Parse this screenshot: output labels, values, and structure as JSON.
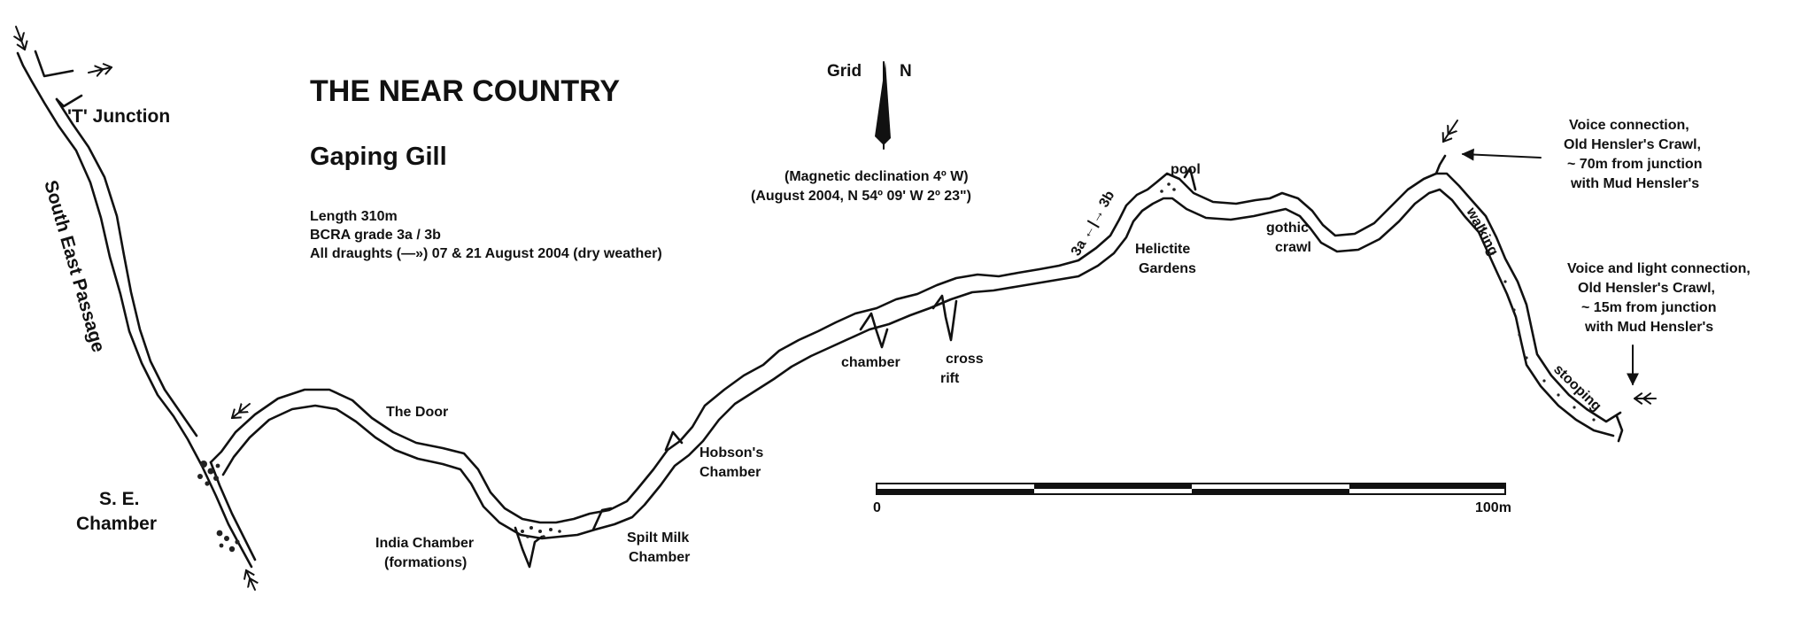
{
  "title": "THE NEAR COUNTRY",
  "subtitle": "Gaping Gill",
  "info": {
    "length": "Length 310m",
    "grade": "BCRA grade 3a / 3b",
    "draughts": "All draughts (—») 07 & 21 August 2004 (dry weather)"
  },
  "north": {
    "grid_label": "Grid",
    "n_label": "N",
    "declination_1": "(Magnetic declination 4º W)",
    "declination_2": "(August 2004,  N 54º 09'  W 2º 23\")"
  },
  "scale": {
    "start": "0",
    "end": "100m"
  },
  "labels": {
    "t_junction": "'T' Junction",
    "south_east_passage": "South East Passage",
    "se_chamber_1": "S. E.",
    "se_chamber_2": "Chamber",
    "the_door": "The Door",
    "india_chamber_1": "India Chamber",
    "india_chamber_2": "(formations)",
    "spilt_milk_1": "Spilt Milk",
    "spilt_milk_2": "Chamber",
    "hobsons_1": "Hobson's",
    "hobsons_2": "Chamber",
    "chamber": "chamber",
    "cross_1": "cross",
    "cross_2": "rift",
    "grade_change": "3a ←|→ 3b",
    "pool": "pool",
    "helictite_1": "Helictite",
    "helictite_2": "Gardens",
    "gothic_1": "gothic",
    "gothic_2": "crawl",
    "walking": "walking",
    "stooping": "stooping",
    "voice1_1": "Voice connection,",
    "voice1_2": "Old Hensler's Crawl,",
    "voice1_3": "~ 70m from junction",
    "voice1_4": "with Mud Hensler's",
    "voice2_1": "Voice and light connection,",
    "voice2_2": "Old Hensler's Crawl,",
    "voice2_3": "~ 15m from junction",
    "voice2_4": "with Mud Hensler's"
  }
}
